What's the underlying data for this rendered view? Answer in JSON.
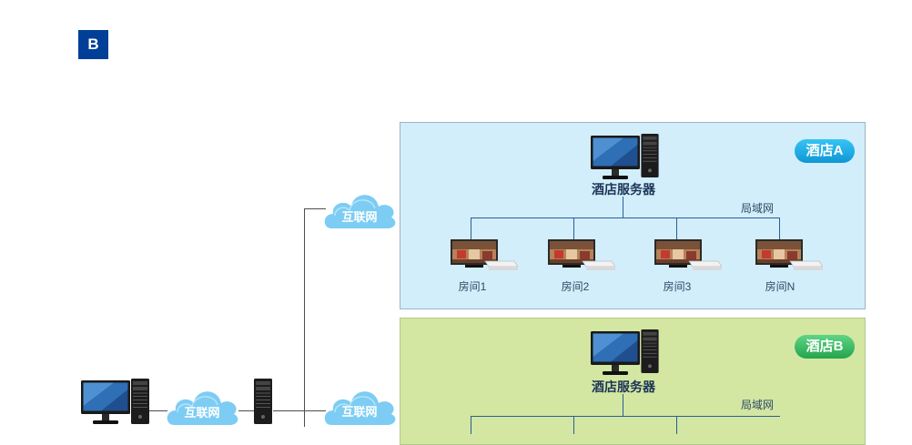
{
  "badge": "B",
  "hotel_a": {
    "tag": "酒店A",
    "server_label": "酒店服务器",
    "lan_label": "局域网",
    "rooms": [
      "房间1",
      "房间2",
      "房间3",
      "房间N"
    ]
  },
  "hotel_b": {
    "tag": "酒店B",
    "server_label": "酒店服务器",
    "lan_label": "局域网"
  },
  "clouds": {
    "top": "互联网",
    "bottom_right": "互联网",
    "bottom_left": "互联网"
  },
  "colors": {
    "badge": "#003f98",
    "panel_a": "#d2eefb",
    "panel_b": "#d3e7a3",
    "tag_a": "#1ba8e2",
    "tag_b": "#35b45e",
    "cloud": "#7dccf3"
  }
}
